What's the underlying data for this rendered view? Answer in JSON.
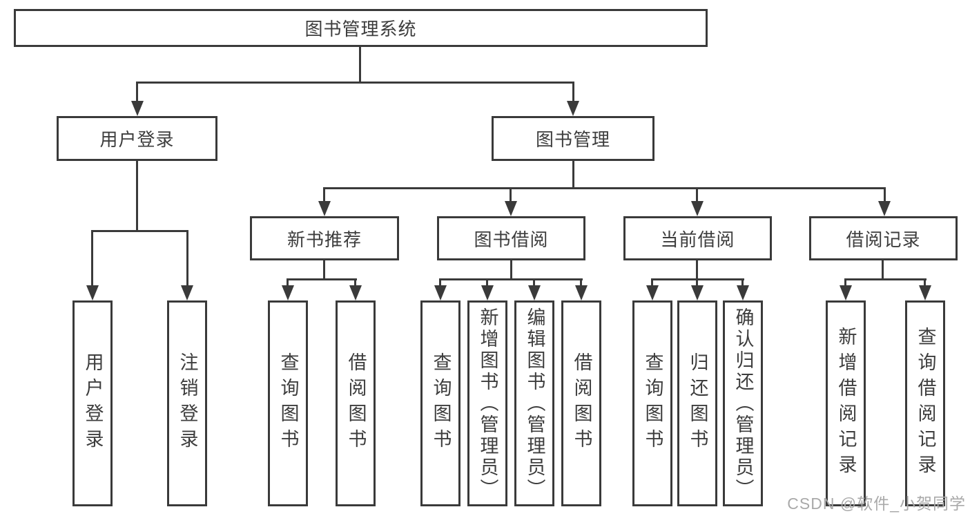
{
  "diagram": {
    "title": "图书管理系统",
    "root": {
      "label": "图书管理系统"
    },
    "branches": [
      {
        "label": "用户登录",
        "children": [
          {
            "label": "用户登录"
          },
          {
            "label": "注销登录"
          }
        ]
      },
      {
        "label": "图书管理",
        "children": [
          {
            "label": "新书推荐",
            "children": [
              {
                "label": "查询图书"
              },
              {
                "label": "借阅图书"
              }
            ]
          },
          {
            "label": "图书借阅",
            "children": [
              {
                "label": "查询图书"
              },
              {
                "label": "新增图书（管理员）"
              },
              {
                "label": "编辑图书（管理员）"
              },
              {
                "label": "借阅图书"
              }
            ]
          },
          {
            "label": "当前借阅",
            "children": [
              {
                "label": "查询图书"
              },
              {
                "label": "归还图书"
              },
              {
                "label": "确认归还（管理员）"
              }
            ]
          },
          {
            "label": "借阅记录",
            "children": [
              {
                "label": "新增借阅记录"
              },
              {
                "label": "查询借阅记录"
              }
            ]
          }
        ]
      }
    ]
  },
  "watermark": {
    "text": "CSDN @软件_小贺同学"
  },
  "colors": {
    "line": "#3a3a3a",
    "text": "#3d3d3d",
    "watermark": "#a9a9a9",
    "background": "#ffffff"
  }
}
